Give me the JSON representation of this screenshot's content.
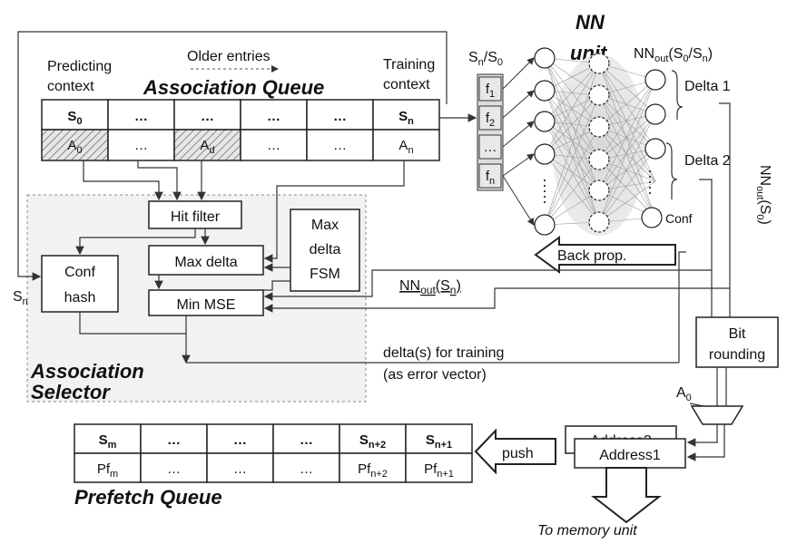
{
  "nn": {
    "title": "NN",
    "title2": "unit",
    "input_label": "S",
    "input_label_sub": "n",
    "input_label_mid": "/S",
    "input_label_sub2": "0",
    "output_label": "NN",
    "output_label_sub": "out",
    "output_label_rest": "(S",
    "output_label_sub2": "0",
    "output_label_mid": "/S",
    "output_label_sub3": "n",
    "output_label_end": ")",
    "features": [
      "f",
      "f",
      "…",
      "f"
    ],
    "feature_subs": [
      "1",
      "2",
      "",
      "n"
    ],
    "delta1": "Delta 1",
    "delta2": "Delta 2",
    "conf": "Conf",
    "side_label": "NN",
    "side_label_sub": "out",
    "side_label_rest": "(S",
    "side_label_sub2": "0",
    "side_label_end": ")"
  },
  "assoc_queue": {
    "title": "Association Queue",
    "predicting": "Predicting",
    "predicting2": "context",
    "older": "Older entries",
    "training": "Training",
    "training2": "context",
    "top": [
      "S",
      "…",
      "…",
      "…",
      "…",
      "S"
    ],
    "top_subs": [
      "0",
      "",
      "",
      "",
      "",
      "n"
    ],
    "bottom": [
      "A",
      "…",
      "A",
      "…",
      "…",
      "A"
    ],
    "bottom_subs": [
      "0",
      "",
      "d",
      "",
      "",
      "n"
    ]
  },
  "selector": {
    "title": "Association",
    "title2": "Selector",
    "hit_filter": "Hit filter",
    "max_delta": "Max delta",
    "min_mse": "Min MSE",
    "conf_hash": "Conf",
    "conf_hash2": "hash",
    "fsm1": "Max",
    "fsm2": "delta",
    "fsm3": "FSM",
    "sn": "S",
    "sn_sub": "n"
  },
  "backprop": "Back prop.",
  "nnout_sn": "NN",
  "nnout_sn_sub": "out",
  "nnout_sn_rest": "(S",
  "nnout_sn_sub2": "n",
  "nnout_sn_end": ")",
  "delta_training": "delta(s) for training",
  "error_vector": "(as error vector)",
  "bit_rounding": "Bit",
  "bit_rounding2": "rounding",
  "a0": "A",
  "a0_sub": "0",
  "address2": "Address2",
  "address1": "Address1",
  "push": "push",
  "prefetch": {
    "title": "Prefetch Queue",
    "top": [
      "S",
      "…",
      "…",
      "…",
      "S",
      "S"
    ],
    "top_subs": [
      "m",
      "",
      "",
      "",
      "n+2",
      "n+1"
    ],
    "bottom": [
      "Pf",
      "…",
      "…",
      "…",
      "Pf",
      "Pf"
    ],
    "bottom_subs": [
      "m",
      "",
      "",
      "",
      "n+2",
      "n+1"
    ]
  },
  "to_memory": "To memory unit"
}
